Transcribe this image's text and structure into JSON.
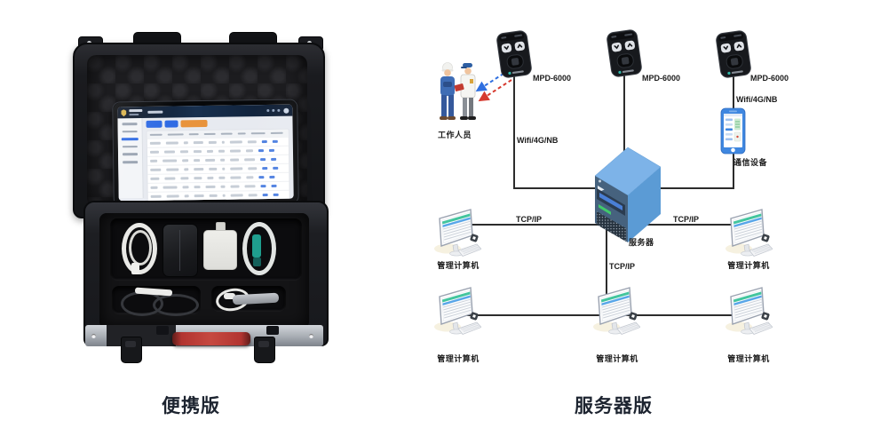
{
  "captions": {
    "portable": "便携版",
    "server_edition": "服务器版"
  },
  "portable_case": {
    "accent_blue": "#2f6be4",
    "accent_orange": "#e8933c",
    "handle_red": "#b23430"
  },
  "diagram": {
    "devices": [
      {
        "label": "MPD-6000"
      },
      {
        "label": "MPD-6000"
      },
      {
        "label": "MPD-6000"
      }
    ],
    "workers_label": "工作人员",
    "wifi_left_label": "Wifi/4G/NB",
    "wifi_right_label": "Wifi/4G/NB",
    "phone_label": "通信设备",
    "server_label": "服务器",
    "tcp_labels": [
      {
        "label": "TCP/IP"
      },
      {
        "label": "TCP/IP"
      },
      {
        "label": "TCP/IP"
      }
    ],
    "computers": [
      {
        "label": "管理计算机"
      },
      {
        "label": "管理计算机"
      },
      {
        "label": "管理计算机"
      },
      {
        "label": "管理计算机"
      },
      {
        "label": "管理计算机"
      }
    ],
    "colors": {
      "line": "#2c2c2c",
      "signal_blue": "#2f6fe0",
      "signal_red": "#d63a2f",
      "server_top": "#7db3e8",
      "server_side": "#5b9bd5",
      "server_front": "#46627e",
      "phone_blue": "#3f87e0"
    }
  }
}
